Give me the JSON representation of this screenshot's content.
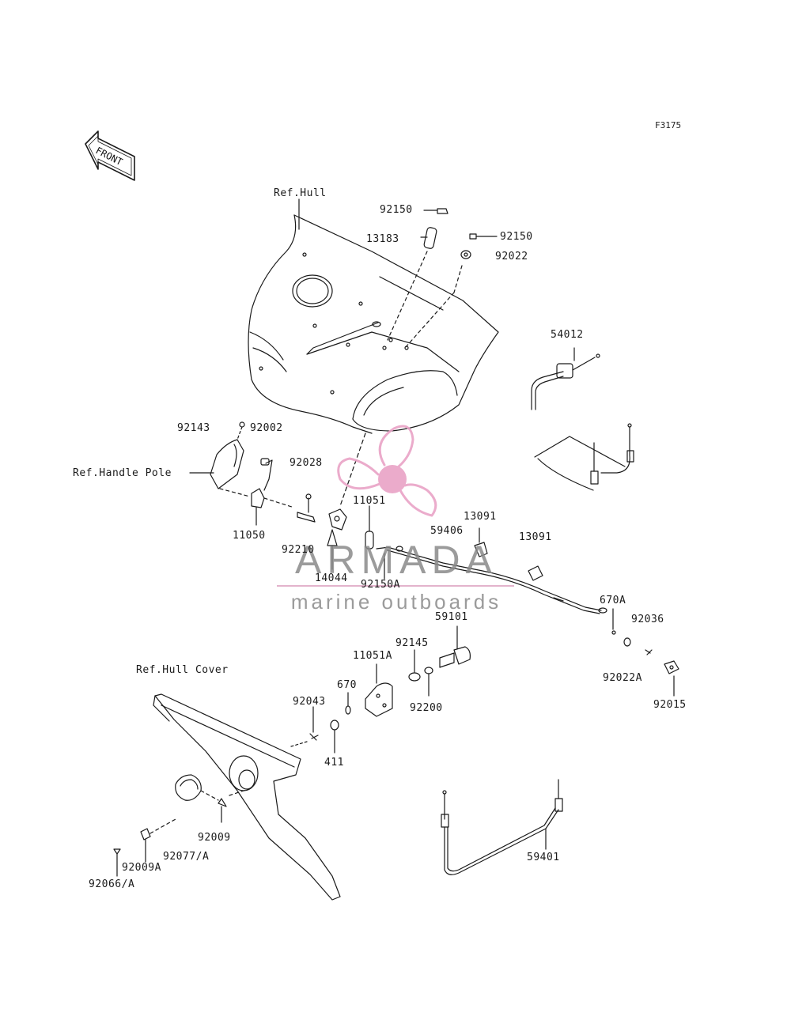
{
  "figure_code": "F3175",
  "front_label": "FRONT",
  "references": {
    "hull": "Ref.Hull",
    "handle_pole": "Ref.Handle Pole",
    "hull_cover": "Ref.Hull Cover"
  },
  "part_numbers": {
    "p92150_top": "92150",
    "p92150_right": "92150",
    "p13183": "13183",
    "p92022": "92022",
    "p54012": "54012",
    "p92143": "92143",
    "p92002": "92002",
    "p92028": "92028",
    "p11050": "11050",
    "p11051": "11051",
    "p92210": "92210",
    "p14044": "14044",
    "p92150A": "92150A",
    "p59406": "59406",
    "p13091_a": "13091",
    "p13091_b": "13091",
    "p670A": "670A",
    "p92036": "92036",
    "p59101": "59101",
    "p92145": "92145",
    "p11051A": "11051A",
    "p670": "670",
    "p92022A": "92022A",
    "p92015": "92015",
    "p92200": "92200",
    "p92043": "92043",
    "p411": "411",
    "p92009": "92009",
    "p92009A": "92009A",
    "p92077A": "92077/A",
    "p92066A": "92066/A",
    "p59401": "59401"
  },
  "watermark": {
    "brand": "ARMADA",
    "tagline": "marine outboards",
    "color": "#e9a3c6"
  }
}
